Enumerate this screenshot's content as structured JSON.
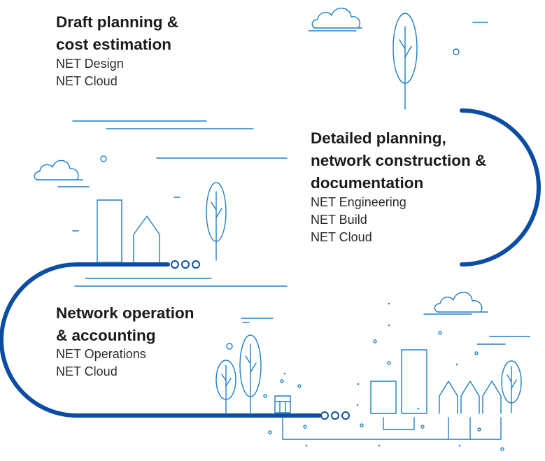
{
  "stages": [
    {
      "title": "Draft planning &\ncost estimation",
      "products": [
        "NET Design",
        "NET Cloud"
      ]
    },
    {
      "title": "Detailed planning,\nnetwork construction &\ndocumentation",
      "products": [
        "NET Engineering",
        "NET Build",
        "NET Cloud"
      ]
    },
    {
      "title": "Network operation\n& accounting",
      "products": [
        "NET Operations",
        "NET Cloud"
      ]
    }
  ],
  "colors": {
    "path_dark": "#0b4da2",
    "path_light": "#1fa3e0",
    "line_art": "#1e7fc7",
    "title_text": "#1b1b1b",
    "product_text": "#2b2b2b"
  },
  "icons": [
    "cloud-icon",
    "tree-icon",
    "house-icon",
    "building-icon",
    "manhole-icon",
    "connector-dots-icon"
  ]
}
